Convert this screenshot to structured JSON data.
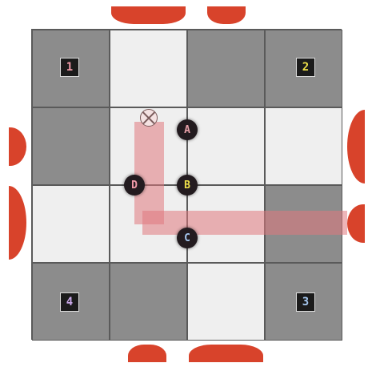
{
  "board": {
    "rows": 4,
    "cols": 4,
    "cells": [
      [
        "dark",
        "light",
        "dark",
        "dark"
      ],
      [
        "dark",
        "light",
        "light",
        "light"
      ],
      [
        "light",
        "light",
        "light",
        "dark"
      ],
      [
        "dark",
        "dark",
        "light",
        "dark"
      ]
    ]
  },
  "corner_labels": {
    "top_left": "1",
    "top_right": "2",
    "bottom_right": "3",
    "bottom_left": "4"
  },
  "tokens": {
    "a": {
      "label": "A",
      "color": "#e8a0a8"
    },
    "b": {
      "label": "B",
      "color": "#f0e24a"
    },
    "c": {
      "label": "C",
      "color": "#a6c8f0"
    },
    "d": {
      "label": "D",
      "color": "#f09aa8"
    }
  },
  "colors": {
    "bump": "#d8432b",
    "path": "#e0787e",
    "dark_cell": "#8c8c8c",
    "light_cell": "#efefef"
  },
  "icons": {
    "start_marker": "crosshair-circle-icon"
  }
}
